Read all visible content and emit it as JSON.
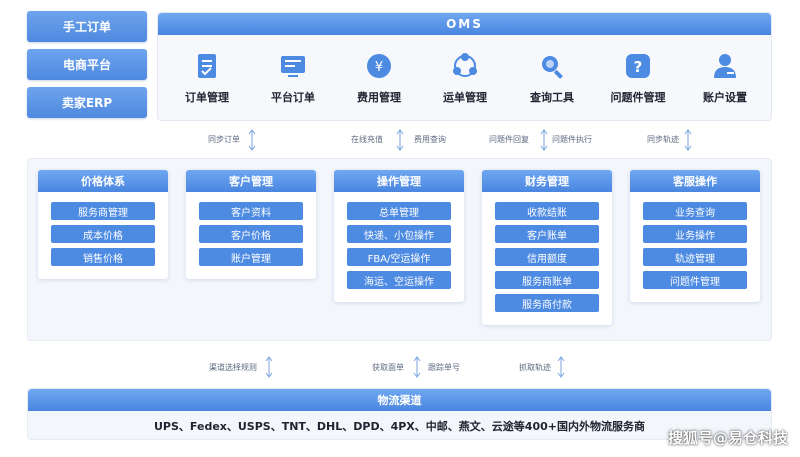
{
  "sources": [
    "手工订单",
    "电商平台",
    "卖家ERP"
  ],
  "oms": {
    "title": "OMS",
    "modules": [
      {
        "label": "订单管理",
        "icon": "order-icon"
      },
      {
        "label": "平台订单",
        "icon": "platform-icon"
      },
      {
        "label": "费用管理",
        "icon": "fee-icon"
      },
      {
        "label": "运单管理",
        "icon": "waybill-icon"
      },
      {
        "label": "查询工具",
        "icon": "search-icon"
      },
      {
        "label": "问题件管理",
        "icon": "question-icon"
      },
      {
        "label": "账户设置",
        "icon": "account-icon"
      }
    ]
  },
  "sync": [
    "同步订单",
    "在线充值",
    "费用查询",
    "问题件回复",
    "问题件执行",
    "同步轨迹"
  ],
  "columns": [
    {
      "title": "价格体系",
      "items": [
        "服务商管理",
        "成本价格",
        "销售价格"
      ]
    },
    {
      "title": "客户管理",
      "items": [
        "客户资料",
        "客户价格",
        "账户管理"
      ]
    },
    {
      "title": "操作管理",
      "items": [
        "总单管理",
        "快递、小包操作",
        "FBA/空运操作",
        "海运、空运操作"
      ]
    },
    {
      "title": "财务管理",
      "items": [
        "收款结账",
        "客户账单",
        "信用额度",
        "服务商账单",
        "服务商付款"
      ]
    },
    {
      "title": "客服操作",
      "items": [
        "业务查询",
        "业务操作",
        "轨迹管理",
        "问题件管理"
      ]
    }
  ],
  "lower_sync": [
    "渠道选择规则",
    "获取面单",
    "跟踪单号",
    "抓取轨迹"
  ],
  "channel": {
    "title": "物流渠道",
    "text": "UPS、Fedex、USPS、TNT、DHL、DPD、4PX、中邮、燕文、云途等400+国内外物流服务商"
  },
  "watermark": "搜狐号@易仓科技",
  "colors": {
    "accent": "#4d8ae2",
    "header": "#5a94e6",
    "panel": "#f3f6fb"
  }
}
